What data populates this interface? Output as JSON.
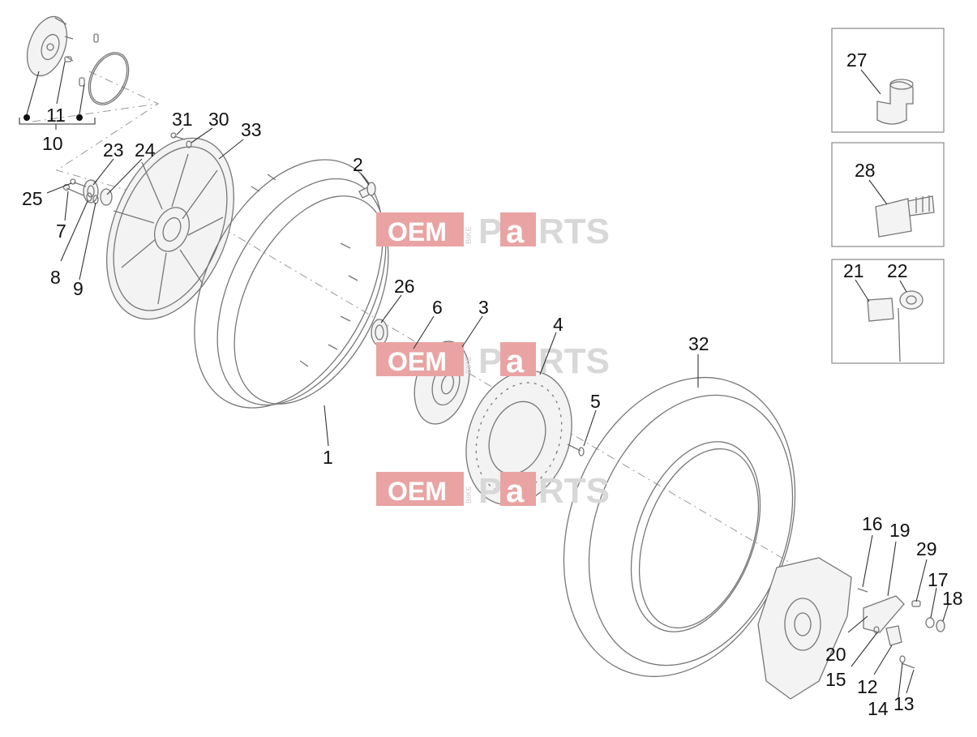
{
  "watermark": {
    "oem": "OEM",
    "bike": "BIKE",
    "p": "P",
    "a": "a",
    "rts": "RTS",
    "color_red": "#e9a3a3",
    "color_grey": "#d8d8d8"
  },
  "labels": {
    "n1": "1",
    "n2": "2",
    "n3": "3",
    "n4": "4",
    "n5": "5",
    "n6": "6",
    "n7": "7",
    "n8": "8",
    "n9": "9",
    "n10": "10",
    "n11": "11",
    "n12": "12",
    "n13": "13",
    "n14": "14",
    "n15": "15",
    "n16": "16",
    "n17": "17",
    "n18": "18",
    "n19": "19",
    "n20": "20",
    "n21": "21",
    "n22": "22",
    "n23": "23",
    "n24": "24",
    "n25": "25",
    "n26": "26",
    "n27": "27",
    "n28": "28",
    "n29": "29",
    "n30": "30",
    "n31": "31",
    "n32": "32",
    "n33": "33"
  }
}
